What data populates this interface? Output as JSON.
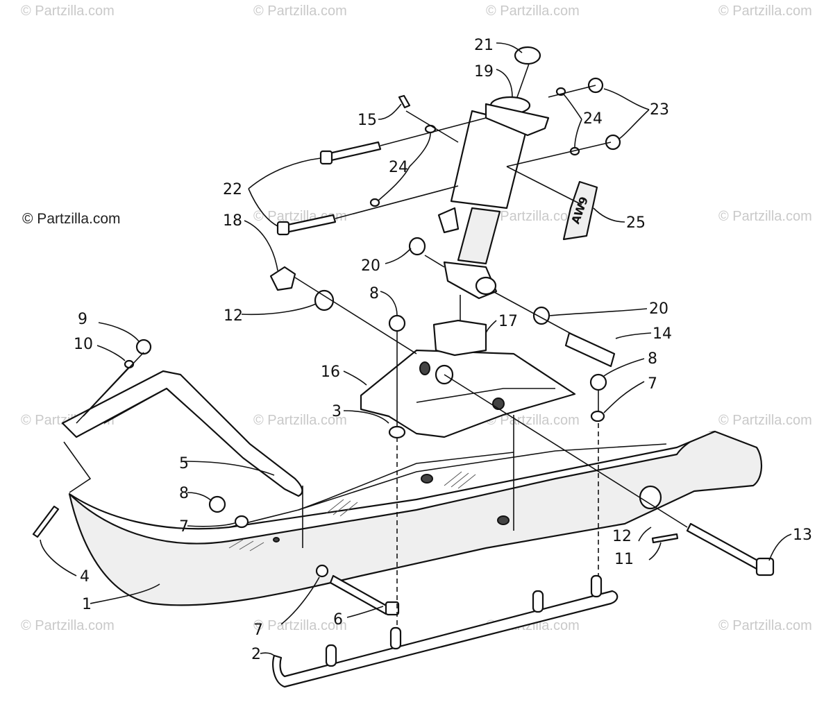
{
  "watermarks": {
    "main": "© Partzilla.com",
    "faint": "© Partzilla.com"
  },
  "callouts": {
    "c1": "1",
    "c2": "2",
    "c3": "3",
    "c4": "4",
    "c5": "5",
    "c6": "6",
    "c7a": "7",
    "c7b": "7",
    "c7c": "7",
    "c8a": "8",
    "c8b": "8",
    "c8c": "8",
    "c9": "9",
    "c10": "10",
    "c11": "11",
    "c12a": "12",
    "c12b": "12",
    "c13": "13",
    "c14": "14",
    "c15": "15",
    "c16": "16",
    "c17": "17",
    "c18": "18",
    "c19": "19",
    "c20a": "20",
    "c20b": "20",
    "c21": "21",
    "c22": "22",
    "c23": "23",
    "c24a": "24",
    "c24b": "24",
    "c25": "25"
  },
  "decal_text": "AW9"
}
